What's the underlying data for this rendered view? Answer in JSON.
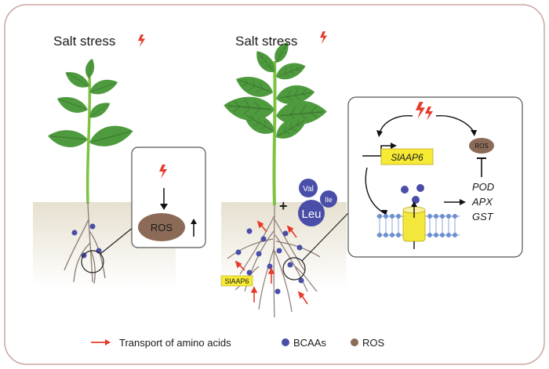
{
  "left_panel": {
    "title": "Salt stress",
    "ros_label": "ROS"
  },
  "right_panel": {
    "title": "Salt stress",
    "bcaa_labels": [
      "Val",
      "Ile",
      "Leu"
    ],
    "plus_sign": "+",
    "gene_tag": "SlAAP6",
    "inset": {
      "gene_label": "SlAAP6",
      "ros_label": "ROS",
      "enzymes": [
        "POD",
        "APX",
        "GST"
      ]
    }
  },
  "legend": {
    "transport": "Transport of amino acids",
    "bcaas": "BCAAs",
    "ros": "ROS"
  },
  "colors": {
    "frame": "#c9a7a0",
    "soil_top": "#e7e1d2",
    "stem": "#7fc241",
    "leaf": "#4e9a3e",
    "leaf_dark": "#3d7f33",
    "root": "#8a7a72",
    "bcaa": "#4a4ea8",
    "ros": "#8b6a58",
    "lightning": "#e53b2c",
    "gene_box": "#f7ea35",
    "channel": "#f3e73b",
    "membrane": "#6c8fcf"
  }
}
